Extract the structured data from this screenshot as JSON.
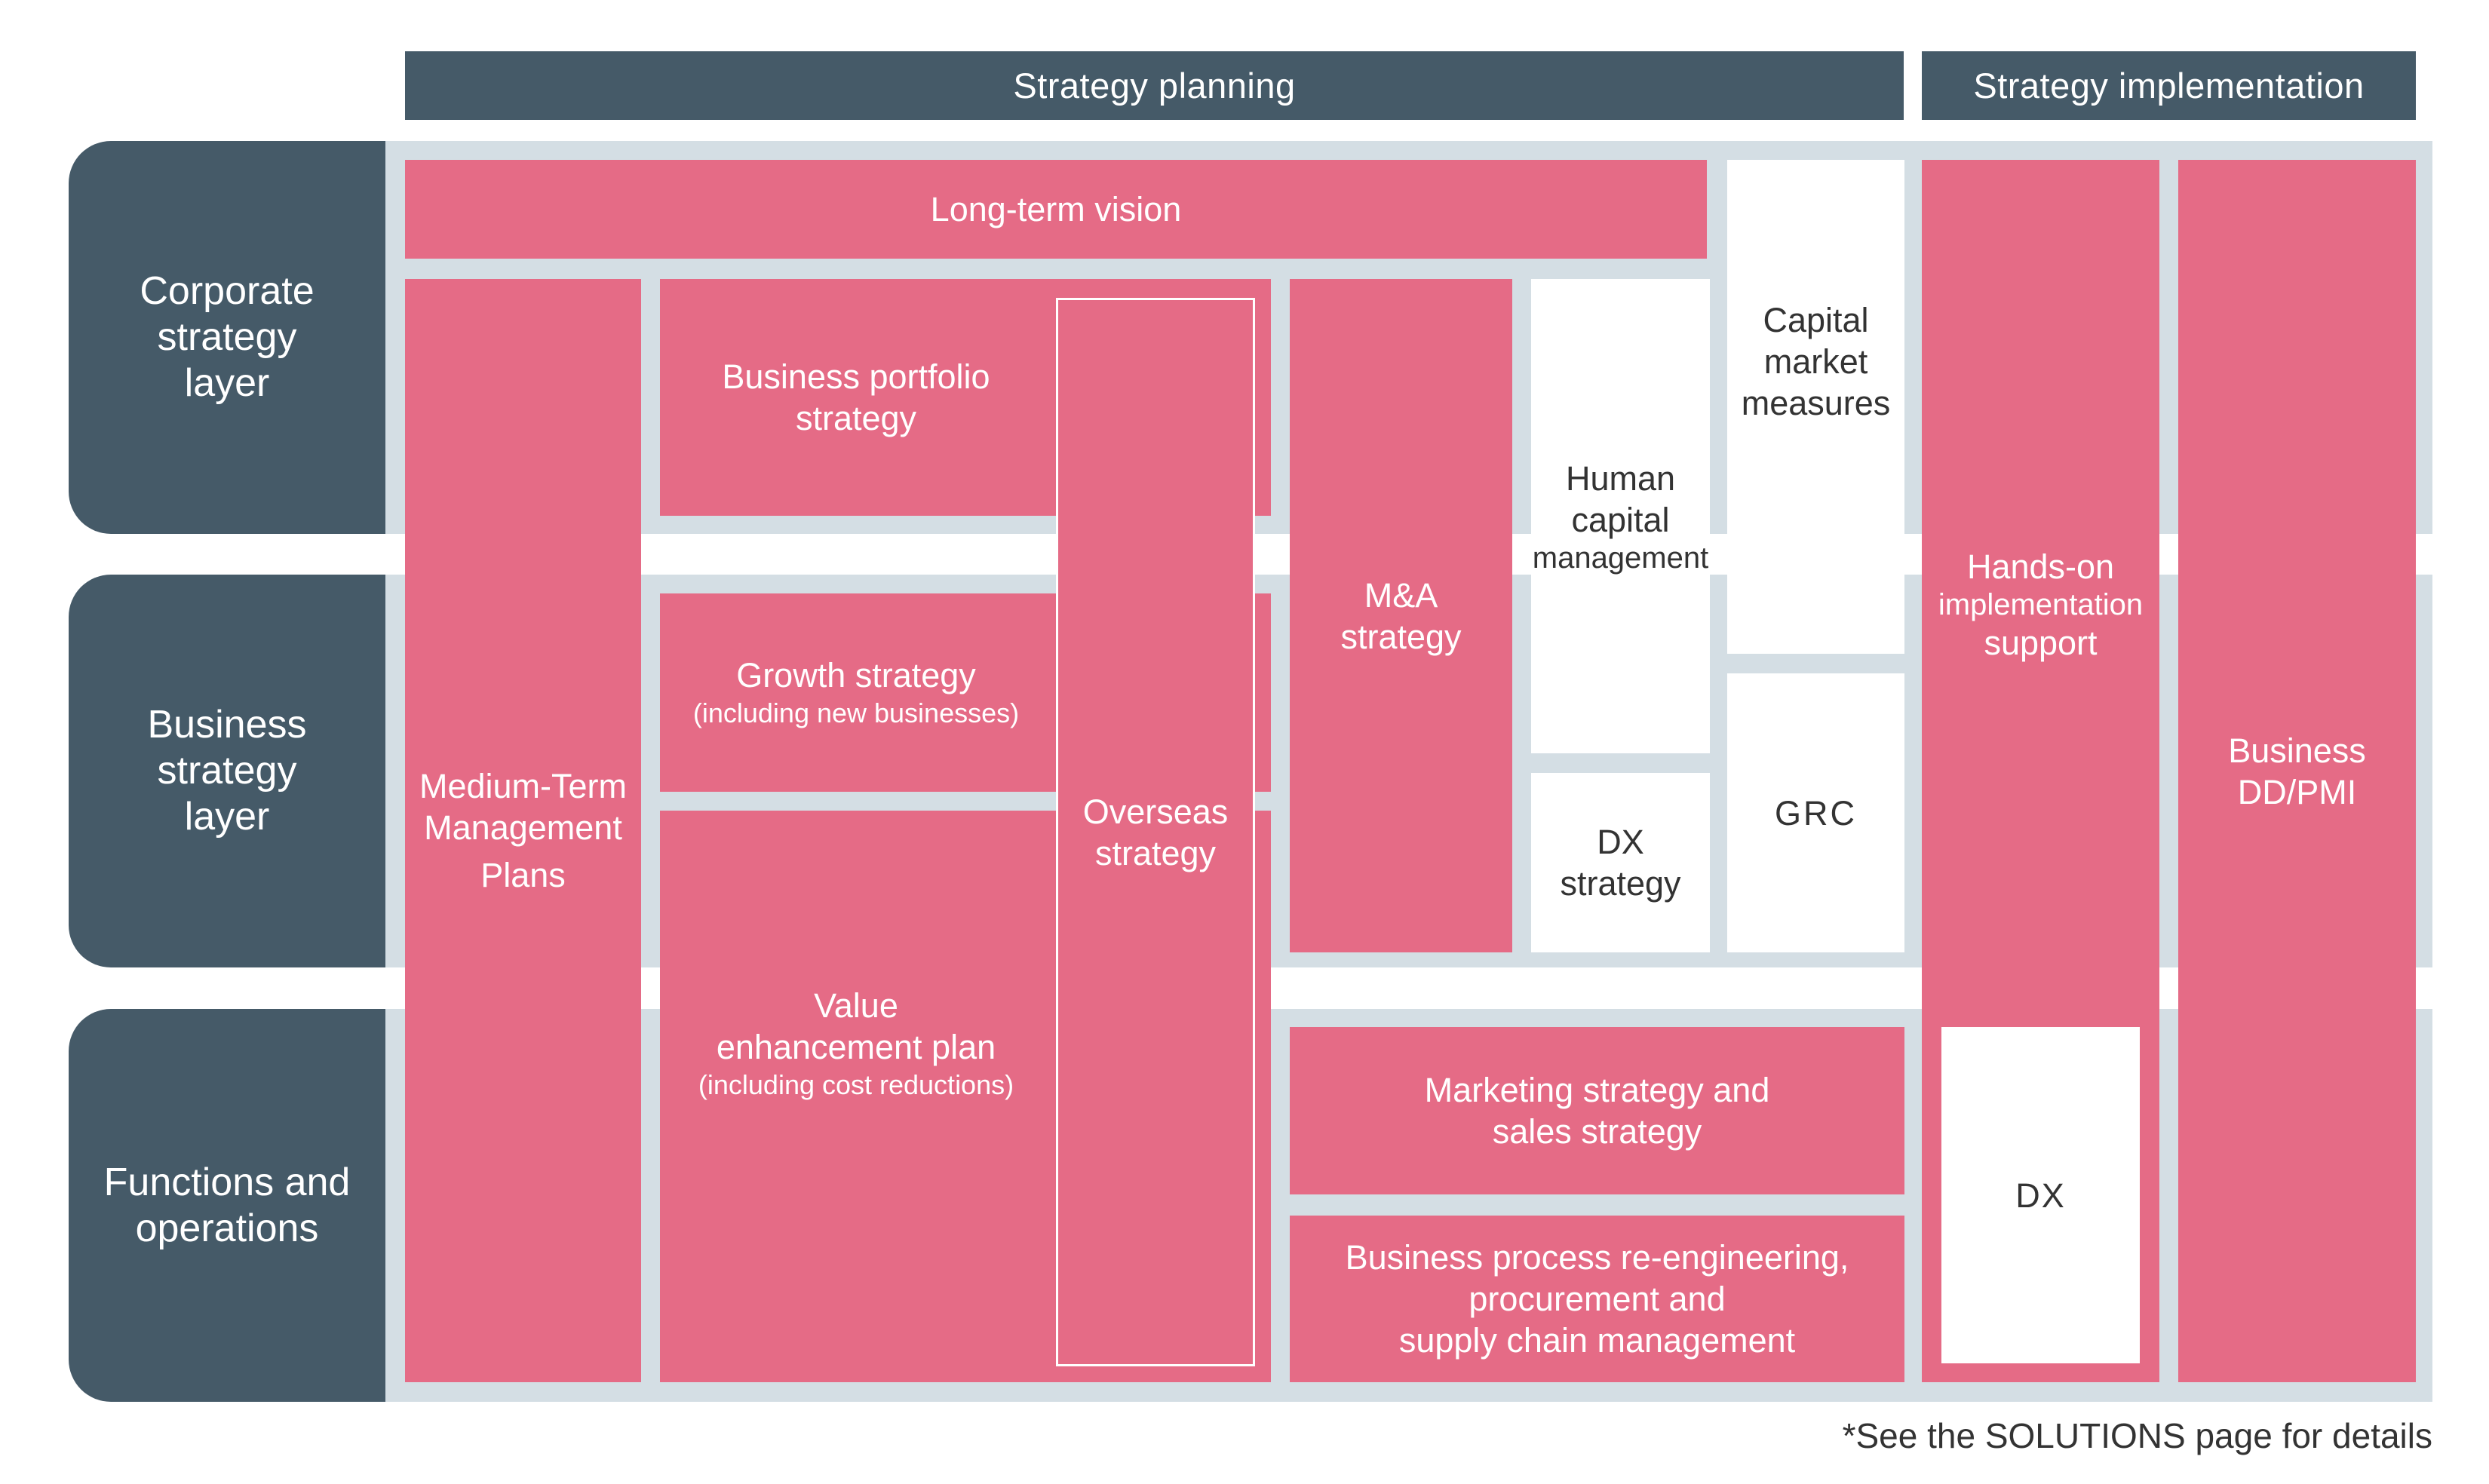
{
  "header": {
    "planning": "Strategy planning",
    "implementation": "Strategy implementation"
  },
  "layers": {
    "corporate": [
      "Corporate",
      "strategy",
      "layer"
    ],
    "business": [
      "Business",
      "strategy",
      "layer"
    ],
    "functions": [
      "Functions and",
      "operations"
    ]
  },
  "boxes": {
    "long_term_vision": "Long-term vision",
    "medium_term_plans": [
      "Medium-Term",
      "Management",
      "Plans"
    ],
    "portfolio": [
      "Business portfolio",
      "strategy"
    ],
    "growth": {
      "title": "Growth strategy",
      "note": "(including new businesses)"
    },
    "value": {
      "title": [
        "Value",
        "enhancement plan"
      ],
      "note": "(including cost reductions)"
    },
    "overseas": [
      "Overseas",
      "strategy"
    ],
    "ma": [
      "M&A",
      "strategy"
    ],
    "human_capital": [
      "Human",
      "capital",
      "management"
    ],
    "dx_strategy": [
      "DX",
      "strategy"
    ],
    "capital_market": [
      "Capital",
      "market",
      "measures"
    ],
    "grc": "GRC",
    "marketing": [
      "Marketing strategy and",
      "sales strategy"
    ],
    "bpr": [
      "Business process re-engineering,",
      "procurement and",
      "supply chain management"
    ],
    "hands_on": [
      "Hands-on",
      "implementation",
      "support"
    ],
    "dx": "DX",
    "dd_pmi": [
      "Business",
      "DD/PMI"
    ]
  },
  "footnote": "*See the SOLUTIONS page for details",
  "colors": {
    "slate": "#455a68",
    "pink": "#e56b86",
    "band": "#d4dee4",
    "white": "#ffffff"
  }
}
